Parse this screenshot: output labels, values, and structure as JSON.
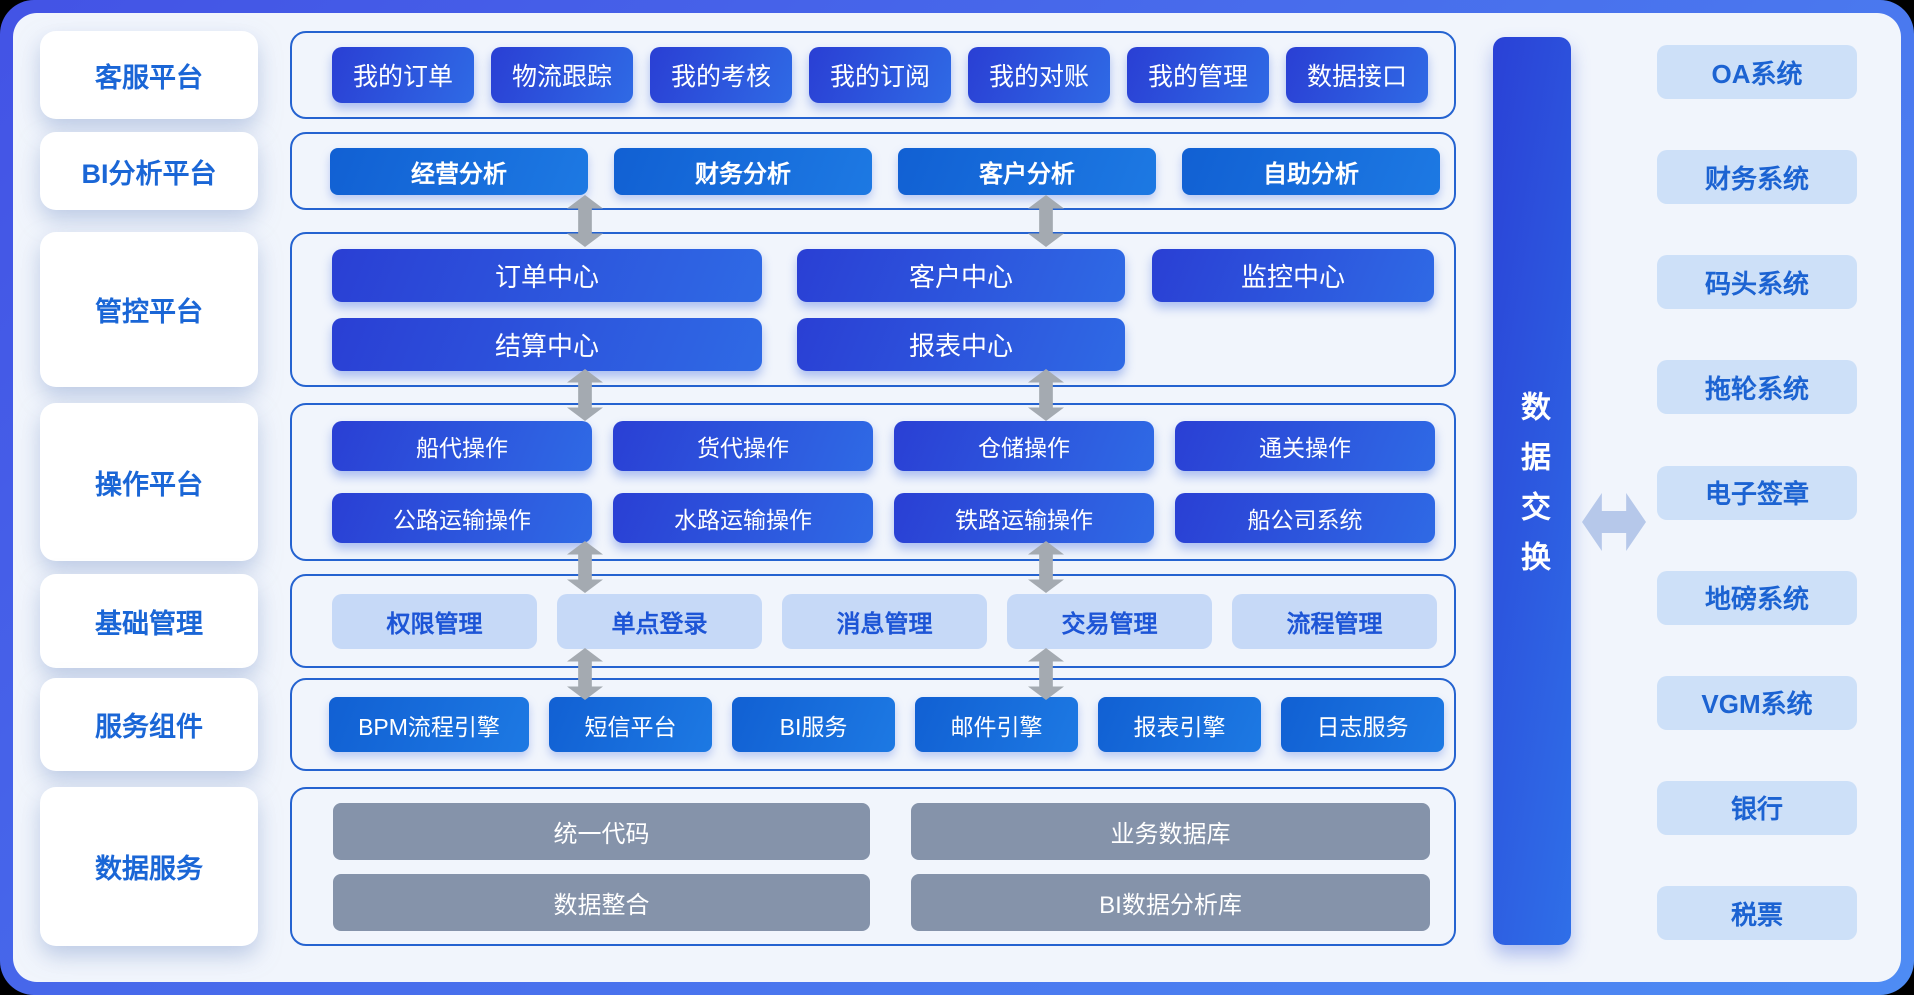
{
  "platforms": [
    {
      "label": "客服平台"
    },
    {
      "label": "BI分析平台"
    },
    {
      "label": "管控平台"
    },
    {
      "label": "操作平台"
    },
    {
      "label": "基础管理"
    },
    {
      "label": "服务组件"
    },
    {
      "label": "数据服务"
    }
  ],
  "customer_row": [
    "我的订单",
    "物流跟踪",
    "我的考核",
    "我的订阅",
    "我的对账",
    "我的管理",
    "数据接口"
  ],
  "bi_row": [
    "经营分析",
    "财务分析",
    "客户分析",
    "自助分析"
  ],
  "control_rows": [
    [
      "订单中心",
      "客户中心",
      "监控中心"
    ],
    [
      "结算中心",
      "报表中心"
    ]
  ],
  "operation_rows": [
    [
      "船代操作",
      "货代操作",
      "仓储操作",
      "通关操作"
    ],
    [
      "公路运输操作",
      "水路运输操作",
      "铁路运输操作",
      "船公司系统"
    ]
  ],
  "base_row": [
    "权限管理",
    "单点登录",
    "消息管理",
    "交易管理",
    "流程管理"
  ],
  "service_row": [
    "BPM流程引擎",
    "短信平台",
    "BI服务",
    "邮件引擎",
    "报表引擎",
    "日志服务"
  ],
  "data_rows": [
    [
      "统一代码",
      "业务数据库"
    ],
    [
      "数据整合",
      "BI数据分析库"
    ]
  ],
  "data_exchange_label": "数据交换",
  "external_systems": [
    "OA系统",
    "财务系统",
    "码头系统",
    "拖轮系统",
    "电子签章",
    "地磅系统",
    "VGM系统",
    "银行",
    "税票"
  ],
  "colors": {
    "frame_gradient_start": "#4353e5",
    "frame_gradient_end": "#4e8cf4",
    "background": "#f1f5fc",
    "panel_border": "#2563d0",
    "royal_gradient_start": "#2a3fd4",
    "royal_gradient_end": "#2f6ae5",
    "flat_blue": "#1766d9",
    "light_blue_fill": "#c6d9f7",
    "external_fill": "#cde0f8",
    "gray_fill": "#8593aa",
    "label_text_blue": "#1a66d6",
    "arrow_gray": "#a4aab1",
    "arrow_light_blue": "#b6c8ea"
  }
}
